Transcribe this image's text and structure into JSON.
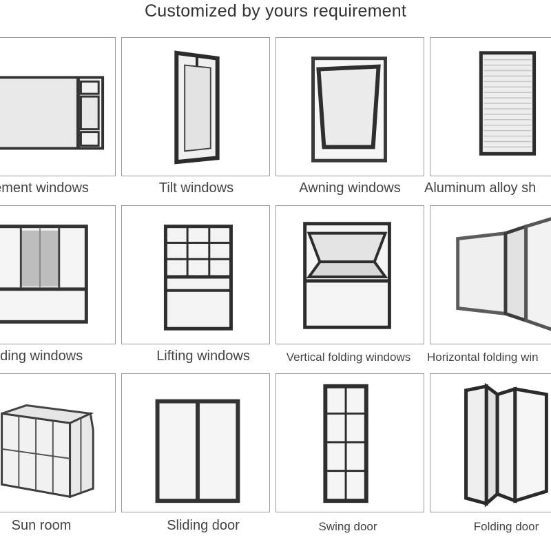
{
  "title": "Customized by yours requirement",
  "products": [
    {
      "label": "ement windows",
      "icon": "casement-window-icon"
    },
    {
      "label": "Tilt windows",
      "icon": "tilt-window-icon"
    },
    {
      "label": "Awning windows",
      "icon": "awning-window-icon"
    },
    {
      "label": "Aluminum alloy sh",
      "icon": "shutter-window-icon"
    },
    {
      "label": "iding windows",
      "icon": "sliding-window-icon"
    },
    {
      "label": "Lifting windows",
      "icon": "lifting-window-icon"
    },
    {
      "label": "Vertical folding windows",
      "icon": "vertical-folding-window-icon"
    },
    {
      "label": "Horizontal folding win",
      "icon": "horizontal-folding-window-icon"
    },
    {
      "label": "Sun room",
      "icon": "sun-room-icon"
    },
    {
      "label": "Sliding door",
      "icon": "sliding-door-icon"
    },
    {
      "label": "Swing door",
      "icon": "swing-door-icon"
    },
    {
      "label": "Folding door",
      "icon": "folding-door-icon"
    }
  ],
  "colors": {
    "frame": "#2f2f2f",
    "glass": "#eeeeee",
    "border": "#9a9a9a"
  }
}
